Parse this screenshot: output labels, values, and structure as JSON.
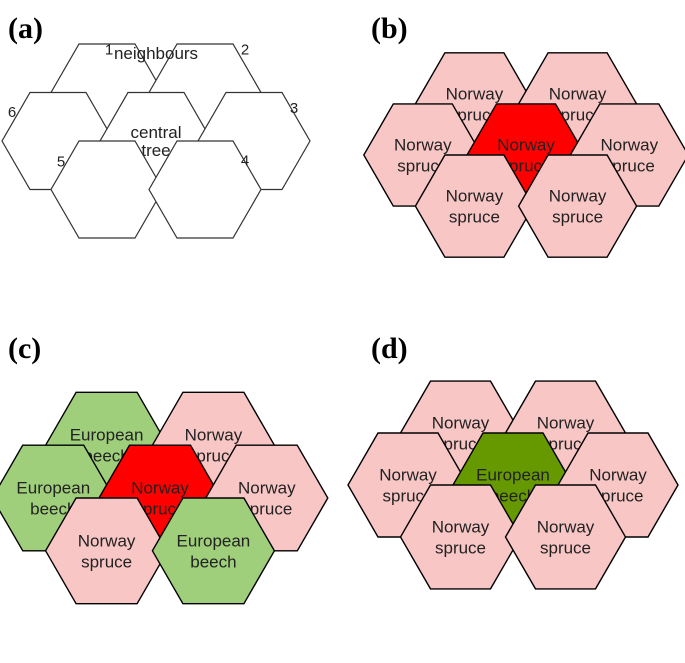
{
  "colors": {
    "norway_spruce_neighbour": "#f9c6c6",
    "norway_spruce_central": "#ff0000",
    "european_beech_neighbour": "#9fcf7a",
    "european_beech_central": "#669900",
    "blank": "#ffffff"
  },
  "panels": [
    {
      "label": "(a)",
      "cells": [
        {
          "number": "1",
          "lines": []
        },
        {
          "number": "2",
          "lines": []
        },
        {
          "number": "6",
          "lines": []
        },
        {
          "number": "",
          "lines": [
            "central",
            "tree"
          ]
        },
        {
          "number": "3",
          "lines": []
        },
        {
          "number": "5",
          "lines": []
        },
        {
          "number": "4",
          "lines": []
        }
      ],
      "extra_text": "neighbours"
    },
    {
      "label": "(b)",
      "cells": [
        {
          "type": "norway_spruce",
          "role": "neighbour",
          "lines": [
            "Norway",
            "spruce"
          ]
        },
        {
          "type": "norway_spruce",
          "role": "neighbour",
          "lines": [
            "Norway",
            "spruce"
          ]
        },
        {
          "type": "norway_spruce",
          "role": "neighbour",
          "lines": [
            "Norway",
            "spruce"
          ]
        },
        {
          "type": "norway_spruce",
          "role": "central",
          "lines": [
            "Norway",
            "spruce"
          ]
        },
        {
          "type": "norway_spruce",
          "role": "neighbour",
          "lines": [
            "Norway",
            "spruce"
          ]
        },
        {
          "type": "norway_spruce",
          "role": "neighbour",
          "lines": [
            "Norway",
            "spruce"
          ]
        },
        {
          "type": "norway_spruce",
          "role": "neighbour",
          "lines": [
            "Norway",
            "spruce"
          ]
        }
      ]
    },
    {
      "label": "(c)",
      "cells": [
        {
          "type": "european_beech",
          "role": "neighbour",
          "lines": [
            "European",
            "beech"
          ]
        },
        {
          "type": "norway_spruce",
          "role": "neighbour",
          "lines": [
            "Norway",
            "spruce"
          ]
        },
        {
          "type": "european_beech",
          "role": "neighbour",
          "lines": [
            "European",
            "beech"
          ]
        },
        {
          "type": "norway_spruce",
          "role": "central",
          "lines": [
            "Norway",
            "spruce"
          ]
        },
        {
          "type": "norway_spruce",
          "role": "neighbour",
          "lines": [
            "Norway",
            "spruce"
          ]
        },
        {
          "type": "norway_spruce",
          "role": "neighbour",
          "lines": [
            "Norway",
            "spruce"
          ]
        },
        {
          "type": "european_beech",
          "role": "neighbour",
          "lines": [
            "European",
            "beech"
          ]
        }
      ]
    },
    {
      "label": "(d)",
      "cells": [
        {
          "type": "norway_spruce",
          "role": "neighbour",
          "lines": [
            "Norway",
            "spruce"
          ]
        },
        {
          "type": "norway_spruce",
          "role": "neighbour",
          "lines": [
            "Norway",
            "spruce"
          ]
        },
        {
          "type": "norway_spruce",
          "role": "neighbour",
          "lines": [
            "Norway",
            "spruce"
          ]
        },
        {
          "type": "european_beech",
          "role": "central",
          "lines": [
            "European",
            "beech"
          ]
        },
        {
          "type": "norway_spruce",
          "role": "neighbour",
          "lines": [
            "Norway",
            "spruce"
          ]
        },
        {
          "type": "norway_spruce",
          "role": "neighbour",
          "lines": [
            "Norway",
            "spruce"
          ]
        },
        {
          "type": "norway_spruce",
          "role": "neighbour",
          "lines": [
            "Norway",
            "spruce"
          ]
        }
      ]
    }
  ]
}
